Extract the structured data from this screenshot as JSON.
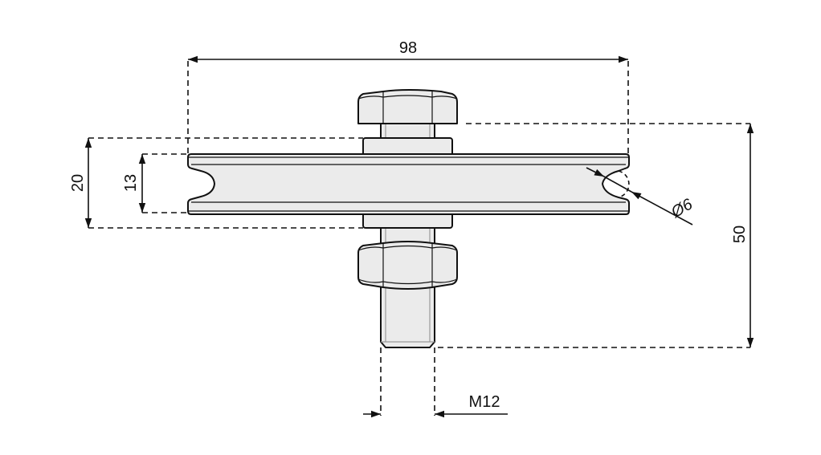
{
  "title": "Pulley wheel with M12 bolt - dimension drawing",
  "dimensions": {
    "width": "98",
    "total_height": "50",
    "hub_height": "20",
    "wheel_thickness": "13",
    "groove_diameter": "Ø6",
    "thread": "M12"
  },
  "colors": {
    "part_fill": "#ebebeb",
    "line": "#111111"
  }
}
